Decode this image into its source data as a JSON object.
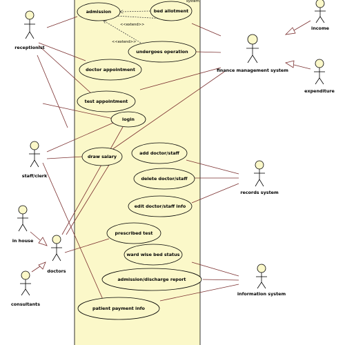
{
  "system_label": "system",
  "actors": {
    "receptionist": "receptionist",
    "staff_clerk": "staff/clerk",
    "in_house": "in house",
    "doctors": "doctors",
    "consultants": "consultants",
    "income": "income",
    "finance": "finance management system",
    "expenditure": "expenditure",
    "records": "records system",
    "information": "information system"
  },
  "use_cases": {
    "admission": "admission",
    "bed_allotment": "bed allotment",
    "undergoes_operation": "undergoes operation",
    "doctor_appointment": "doctor appointment",
    "test_appointment": "test appointment",
    "login": "login",
    "draw_salary": "draw salary",
    "add_staff": "add doctor/staff",
    "delete_staff": "delete doctor/staff",
    "edit_staff": "edit doctor/staff info",
    "prescribed_test": "prescribed test",
    "wardwise_bed_status": "ward wise bed status",
    "admission_report": "admission/discharge report",
    "patient_payment": "patient payment info"
  },
  "stereotypes": {
    "extend_1": "<<extend>>",
    "extend_2": "<<extend>>"
  },
  "colors": {
    "system_fill": "#fbf8c9",
    "usecase_fill": "#fbf8c9",
    "association_line": "#7a2e2e"
  }
}
